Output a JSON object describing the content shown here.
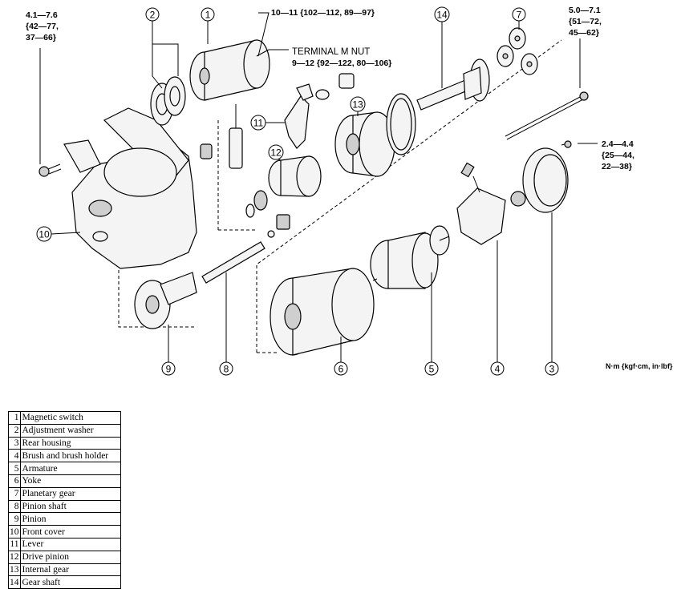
{
  "callouts": [
    "1",
    "2",
    "3",
    "4",
    "5",
    "6",
    "7",
    "8",
    "9",
    "10",
    "11",
    "12",
    "13",
    "14"
  ],
  "torques": {
    "front_bolt": [
      "4.1—7.6",
      "{42—77,",
      "37—66}"
    ],
    "switch_nut": "10—11 {102—112, 89—97}",
    "terminal_label": "TERMINAL M NUT",
    "terminal_value": "9—12 {92—122, 80—106}",
    "through_bolt": [
      "5.0—7.1",
      "{51—72,",
      "45—62}"
    ],
    "rear_screw": [
      "2.4—4.4",
      "{25—44,",
      "22—38}"
    ]
  },
  "units_note": "N·m {kgf·cm, in·lbf}",
  "legend": [
    {
      "num": "1",
      "label": "Magnetic switch"
    },
    {
      "num": "2",
      "label": "Adjustment washer"
    },
    {
      "num": "3",
      "label": "Rear housing"
    },
    {
      "num": "4",
      "label": "Brush and brush holder"
    },
    {
      "num": "5",
      "label": "Armature"
    },
    {
      "num": "6",
      "label": "Yoke"
    },
    {
      "num": "7",
      "label": "Planetary gear"
    },
    {
      "num": "8",
      "label": "Pinion shaft"
    },
    {
      "num": "9",
      "label": "Pinion"
    },
    {
      "num": "10",
      "label": "Front cover"
    },
    {
      "num": "11",
      "label": "Lever"
    },
    {
      "num": "12",
      "label": "Drive pinion"
    },
    {
      "num": "13",
      "label": "Internal gear"
    },
    {
      "num": "14",
      "label": "Gear shaft"
    }
  ]
}
